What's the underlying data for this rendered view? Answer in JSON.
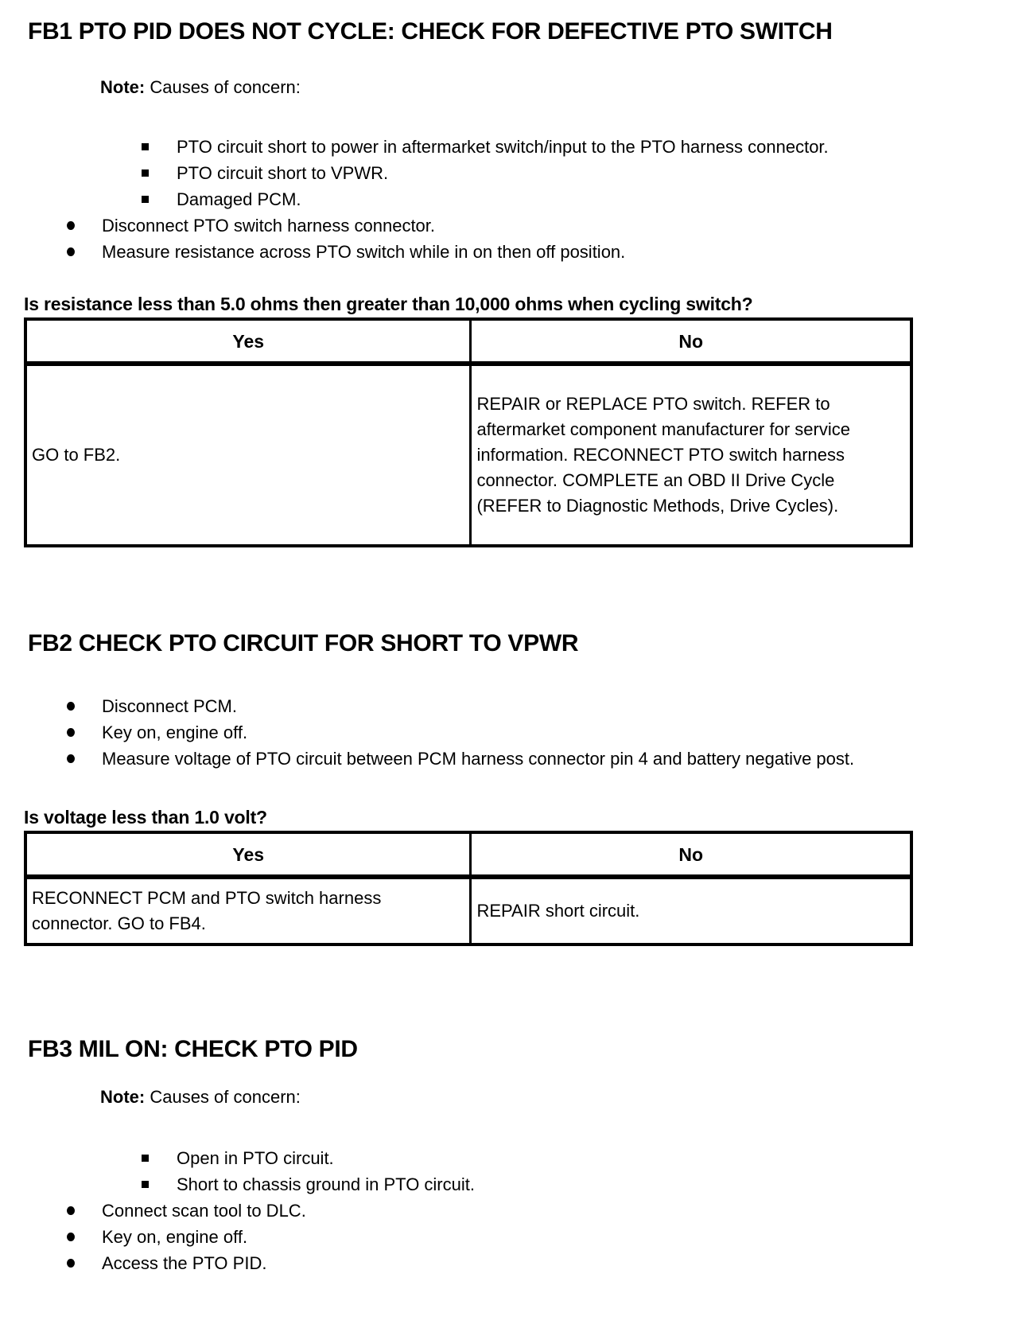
{
  "doc": {
    "fb1": {
      "heading": "FB1 PTO PID DOES NOT CYCLE: CHECK FOR DEFECTIVE PTO SWITCH",
      "note_label": "Note:",
      "note_text": " Causes of concern:",
      "causes": [
        "PTO circuit short to power in aftermarket switch/input to the PTO harness connector.",
        "PTO circuit short to VPWR.",
        "Damaged PCM."
      ],
      "steps": [
        "Disconnect PTO switch harness connector.",
        "Measure resistance across PTO switch while in on then off position."
      ],
      "question": "Is resistance less than 5.0 ohms then greater than 10,000 ohms when cycling switch?",
      "table": {
        "yes_header": "Yes",
        "no_header": "No",
        "yes_action": "GO to FB2.",
        "no_action": "REPAIR or REPLACE PTO switch. REFER to aftermarket component manufacturer for service information. RECONNECT PTO switch harness connector. COMPLETE an OBD II Drive Cycle (REFER to Diagnostic Methods, Drive Cycles)."
      }
    },
    "fb2": {
      "heading": "FB2 CHECK PTO CIRCUIT FOR SHORT TO VPWR",
      "steps": [
        "Disconnect PCM.",
        "Key on, engine off.",
        "Measure voltage of PTO circuit between PCM harness connector pin 4 and battery negative post."
      ],
      "question": "Is voltage less than 1.0 volt?",
      "table": {
        "yes_header": "Yes",
        "no_header": "No",
        "yes_action": "RECONNECT PCM and PTO switch harness connector. GO to FB4.",
        "no_action": "REPAIR short circuit."
      }
    },
    "fb3": {
      "heading": "FB3 MIL ON: CHECK PTO PID",
      "note_label": "Note:",
      "note_text": " Causes of concern:",
      "causes": [
        "Open in PTO circuit.",
        "Short to chassis ground in PTO circuit."
      ],
      "steps": [
        "Connect scan tool to DLC.",
        "Key on, engine off.",
        "Access the PTO PID."
      ]
    }
  }
}
